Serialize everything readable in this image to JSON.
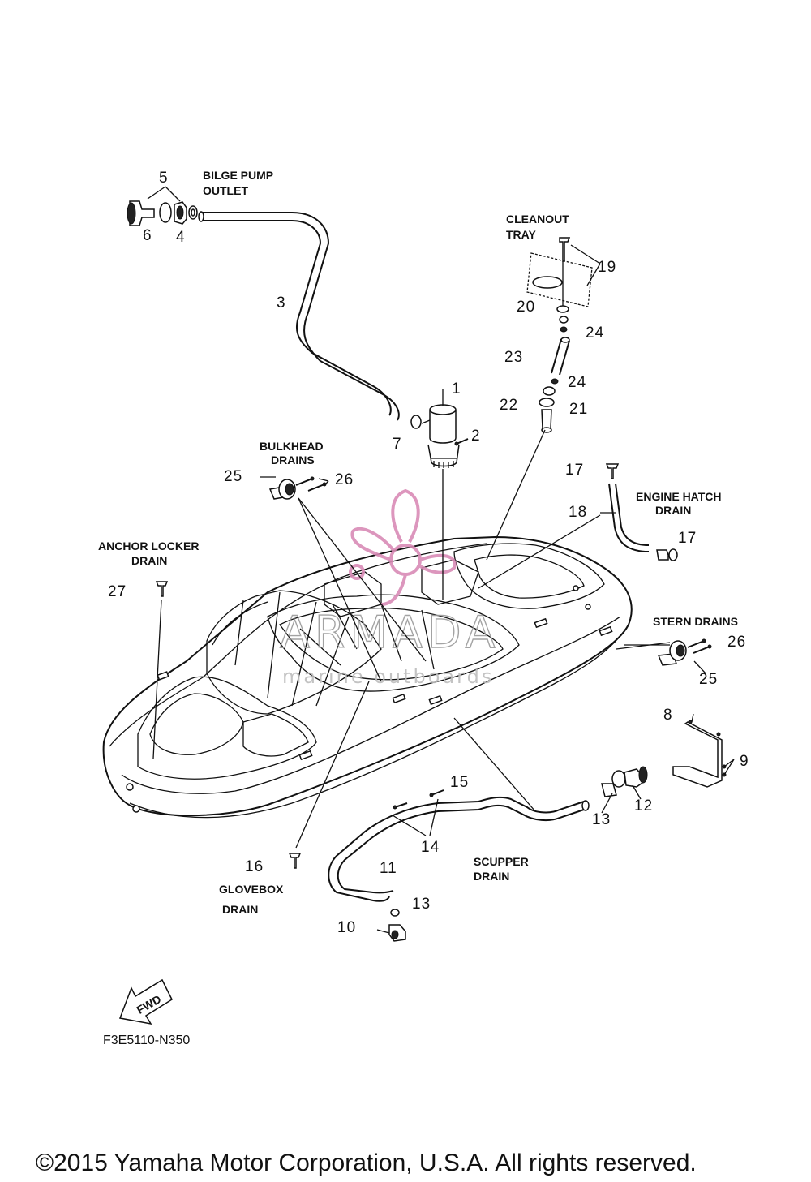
{
  "diagram": {
    "code": "F3E5110-N350",
    "copyright": "©2015 Yamaha Motor Corporation, U.S.A. All rights reserved.",
    "fwd_label": "FWD",
    "watermark": {
      "brand": "ARMADA",
      "tagline": "marine outboards",
      "color": "#d98bb6"
    },
    "labels": {
      "bilge_pump_outlet": [
        "BILGE PUMP",
        "OUTLET"
      ],
      "cleanout_tray": [
        "CLEANOUT",
        "TRAY"
      ],
      "bulkhead_drains": [
        "BULKHEAD",
        "DRAINS"
      ],
      "engine_hatch_drain": [
        "ENGINE HATCH",
        "DRAIN"
      ],
      "anchor_locker_drain": [
        "ANCHOR LOCKER",
        "DRAIN"
      ],
      "stern_drains": [
        "STERN DRAINS"
      ],
      "scupper_drain": [
        "SCUPPER",
        "DRAIN"
      ],
      "glovebox_drain": [
        "GLOVEBOX",
        "DRAIN"
      ]
    },
    "callouts": {
      "n1": "1",
      "n2": "2",
      "n3": "3",
      "n4": "4",
      "n5": "5",
      "n6": "6",
      "n7": "7",
      "n8": "8",
      "n9": "9",
      "n10": "10",
      "n11": "11",
      "n12": "12",
      "n13a": "13",
      "n13b": "13",
      "n14": "14",
      "n15": "15",
      "n16": "16",
      "n17a": "17",
      "n17b": "17",
      "n18": "18",
      "n19": "19",
      "n20": "20",
      "n21": "21",
      "n22": "22",
      "n23": "23",
      "n24a": "24",
      "n24b": "24",
      "n25a": "25",
      "n25b": "25",
      "n26a": "26",
      "n26b": "26",
      "n27": "27"
    }
  }
}
